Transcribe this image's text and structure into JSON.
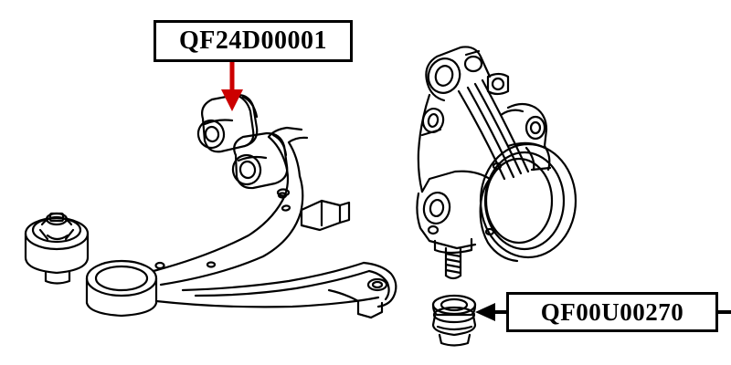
{
  "diagram": {
    "title": "Front lower control arm and steering knuckle exploded parts diagram",
    "background_color": "#ffffff",
    "line_color": "#000000",
    "callouts": [
      {
        "id": "callout-top",
        "part_number": "QF24D00001",
        "arrow_color": "#cc0000",
        "arrow_direction": "down",
        "points_to": "front control arm bushing"
      },
      {
        "id": "callout-right",
        "part_number": "QF00U00270",
        "arrow_color": "#000000",
        "arrow_direction": "left",
        "points_to": "lower ball joint boot / mount bushing"
      }
    ],
    "components": [
      {
        "name": "lower-control-arm",
        "label": "Lower control arm"
      },
      {
        "name": "control-arm-bushing-front",
        "label": "Front bushing"
      },
      {
        "name": "control-arm-bushing-rear",
        "label": "Rear bushing"
      },
      {
        "name": "detached-bushing",
        "label": "Detached bushing"
      },
      {
        "name": "steering-knuckle",
        "label": "Steering knuckle"
      },
      {
        "name": "ball-joint-boot",
        "label": "Ball joint boot"
      }
    ]
  }
}
